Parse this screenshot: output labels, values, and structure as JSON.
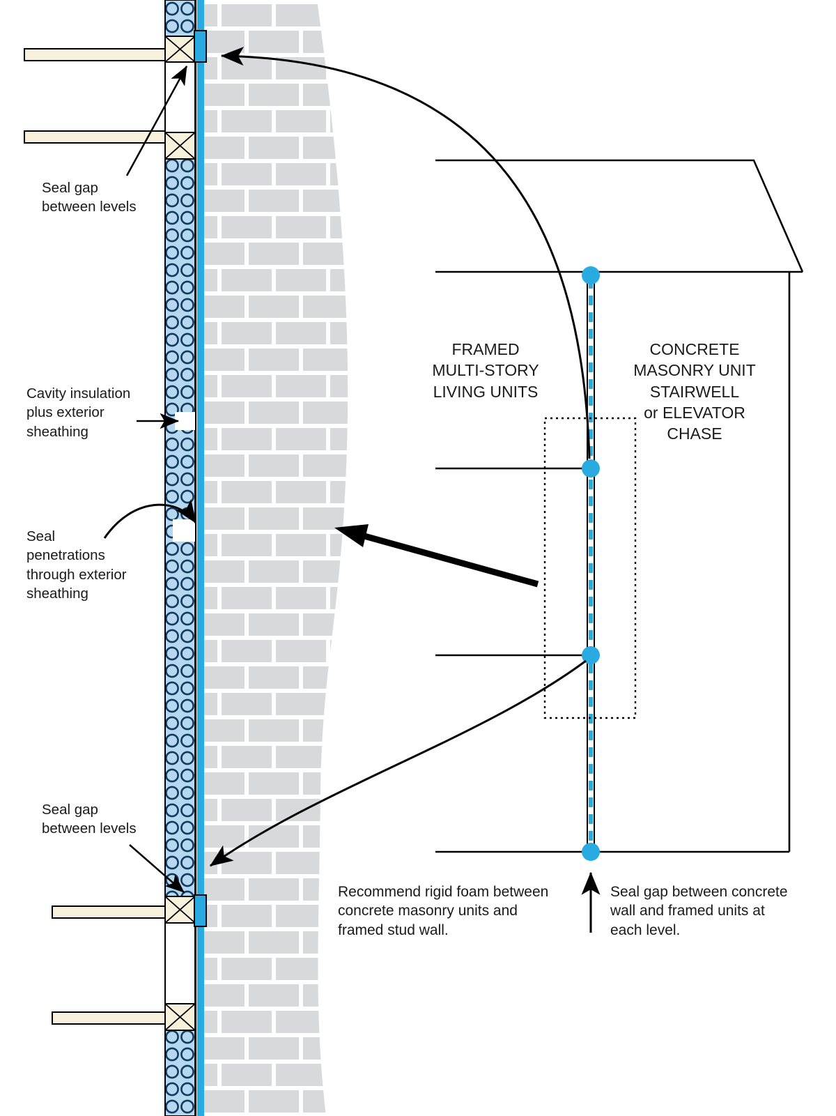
{
  "diagram": {
    "title_hint": "Air sealing detail: framed units at concrete masonry stairwell",
    "labels": {
      "seal_gap_top": "Seal gap\nbetween levels",
      "cavity_insulation": "Cavity insulation\nplus exterior\nsheathing",
      "seal_penetrations": "Seal\npenetrations\nthrough exterior\nsheathing",
      "seal_gap_bottom": "Seal gap\nbetween levels",
      "framed_units": "FRAMED\nMULTI-STORY\nLIVING UNITS",
      "cmu_chase": "CONCRETE\nMASONRY UNIT\nSTAIRWELL\nor ELEVATOR\nCHASE",
      "rigid_foam_note": "Recommend rigid foam between\nconcrete masonry units and\nframed stud wall.",
      "seal_each_level_note": "Seal gap between concrete\nwall and framed units at\neach level."
    },
    "colors": {
      "seal_blue": "#29ABE2",
      "insulation_blue": "#B6D7F0",
      "insulation_loop": "#123A5E",
      "masonry_gray": "#D8D9DB",
      "wood_tan": "#F7F1DC",
      "line_black": "#000000"
    }
  }
}
